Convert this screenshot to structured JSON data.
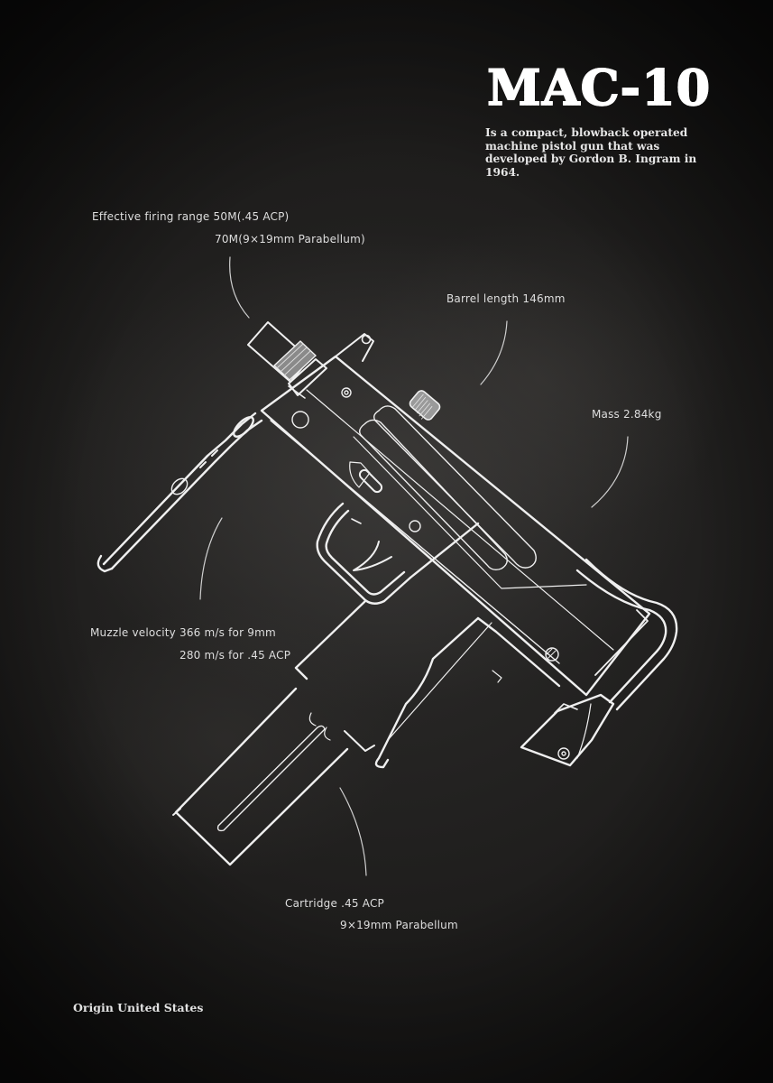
{
  "poster": {
    "title": "MAC-10",
    "description": "Is a compact, blowback operated machine pistol gun that was developed by Gordon B. Ingram in 1964.",
    "origin": "Origin United States",
    "colors": {
      "background": "#1e1d1c",
      "chalk": "#ececec"
    }
  },
  "annotations": {
    "range": {
      "line1": "Effective firing range 50M(.45 ACP)",
      "line2": "70M(9×19mm Parabellum)"
    },
    "barrel": {
      "line1": "Barrel length 146mm"
    },
    "mass": {
      "line1": "Mass 2.84kg"
    },
    "velocity": {
      "line1": "Muzzle velocity 366 m/s for 9mm",
      "line2": "280 m/s for .45 ACP"
    },
    "cartridge": {
      "line1": "Cartridge .45 ACP",
      "line2": "9×19mm Parabellum"
    }
  },
  "illustration": {
    "subject": "mac-10-blueprint-drawing"
  }
}
